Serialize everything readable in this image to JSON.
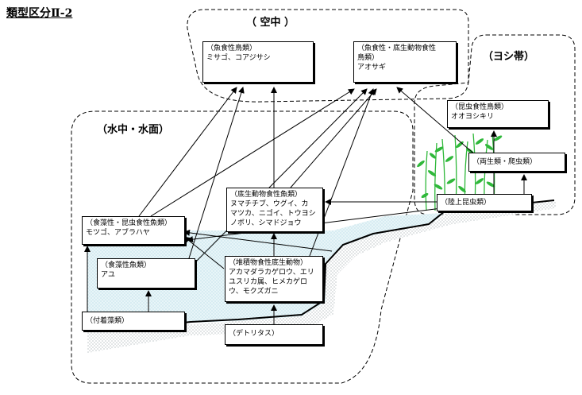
{
  "title": "類型区分Ⅱ-2",
  "zones": {
    "air": "（ 空中 ）",
    "reed": "（ヨシ帯）",
    "water": "（水中・水面）"
  },
  "boxes": {
    "piscivore_birds": {
      "line1": "（魚食性鳥類）",
      "line2": "ミサゴ、コアジサシ"
    },
    "fish_benthos_birds": {
      "line1": "（魚食性・底生動物食性",
      "line2": "鳥類）",
      "line3": "アオサギ"
    },
    "insectivore_birds": {
      "line1": "（昆虫食性鳥類）",
      "line2": "オオヨシキリ"
    },
    "amphibians": {
      "line1": "（両生類・爬虫類）"
    },
    "land_insects": {
      "line1": "（陸上昆虫類）"
    },
    "benthos_fish": {
      "line1": "（底生動物食性魚類）",
      "line2": "ヌマチチブ、ウグイ、カ",
      "line3": "マツカ、ニゴイ、トウヨシ",
      "line4": "ノボリ、シマドジョウ"
    },
    "algae_insect_fish": {
      "line1": "（食藻性・昆虫食性魚類）",
      "line2": "モツゴ、アブラハヤ"
    },
    "algae_fish": {
      "line1": "（食藻性魚類）",
      "line2": "アユ"
    },
    "detritivores": {
      "line1": "（堆積物食性底生動物）",
      "line2": "アカマダラカゲロウ、エリ",
      "line3": "ユスリカ属、ヒメカゲロ",
      "line4": "ウ、モクズガニ"
    },
    "periphyton": {
      "line1": "（付着藻類）"
    },
    "detritus": {
      "line1": "（デトリタス）"
    }
  }
}
